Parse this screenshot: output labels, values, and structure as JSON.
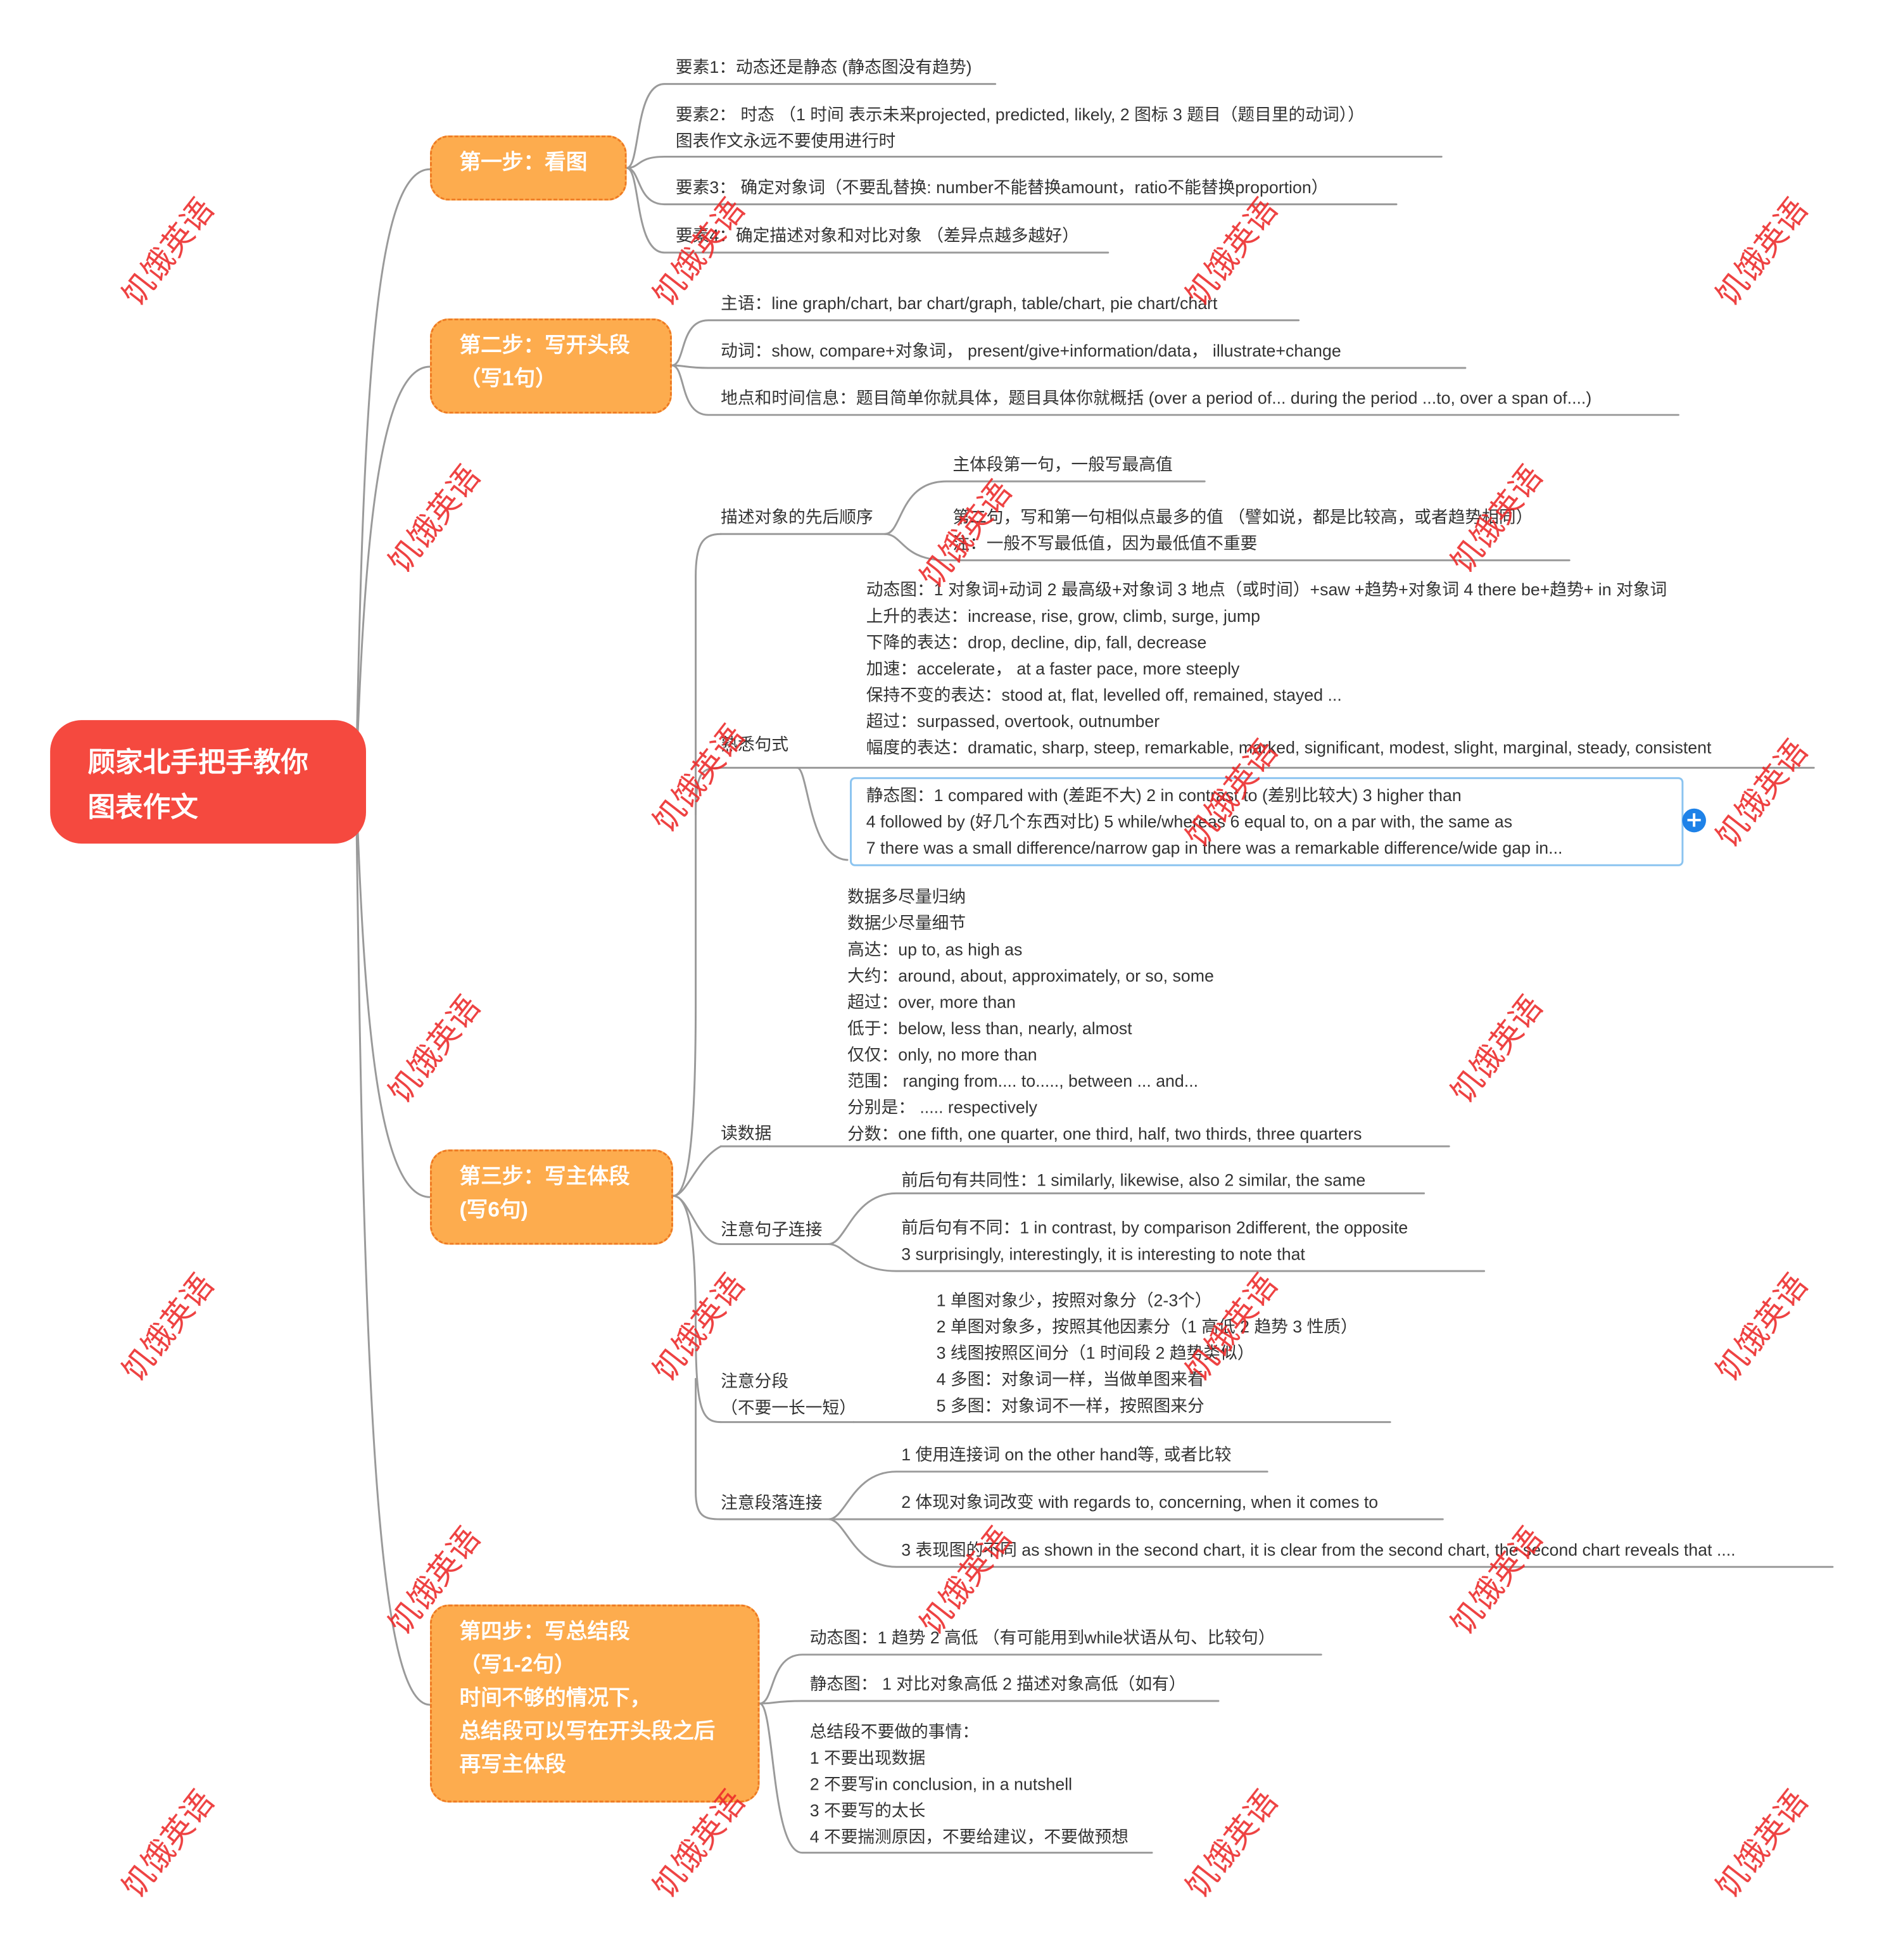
{
  "mindmap": {
    "root": "顾家北手把手教你\n图表作文",
    "steps": [
      {
        "label": "第一步：看图",
        "children": [
          "要素1：动态还是静态 (静态图没有趋势)",
          "要素2： 时态 （1 时间 表示未来projected, predicted, likely, 2 图标 3 题目（题目里的动词））\n图表作文永远不要使用进行时",
          "要素3： 确定对象词（不要乱替换: number不能替换amount，ratio不能替换proportion）",
          "要素4：确定描述对象和对比对象 （差异点越多越好）"
        ]
      },
      {
        "label": "第二步：写开头段\n（写1句）",
        "children": [
          "主语：line graph/chart, bar chart/graph, table/chart, pie chart/chart",
          "动词：show, compare+对象词， present/give+information/data， illustrate+change",
          "地点和时间信息：题目简单你就具体，题目具体你就概括 (over a period of... during the period ...to, over a span of....)"
        ]
      },
      {
        "label": "第三步：写主体段\n(写6句)",
        "branches": [
          {
            "label": "描述对象的先后顺序",
            "children": [
              "主体段第一句，一般写最高值",
              "第二句，写和第一句相似点最多的值 （譬如说，都是比较高，或者趋势相同）\n注：一般不写最低值，因为最低值不重要"
            ]
          },
          {
            "label": "熟悉句式",
            "children": [
              "动态图：1 对象词+动词 2 最高级+对象词 3 地点（或时间）+saw +趋势+对象词 4 there be+趋势+ in 对象词\n上升的表达：increase, rise, grow, climb, surge, jump\n下降的表达：drop, decline, dip, fall, decrease\n加速：accelerate， at a faster pace, more steeply\n保持不变的表达：stood at, flat, levelled off, remained, stayed ...\n超过：surpassed, overtook, outnumber\n幅度的表达：dramatic, sharp, steep, remarkable, marked, significant, modest, slight, marginal, steady, consistent",
              "静态图：1 compared with (差距不大) 2 in contrast to (差别比较大) 3 higher than\n4 followed by (好几个东西对比) 5 while/whereas 6 equal to, on a par with, the same as\n7 there was a small difference/narrow gap in there was a remarkable difference/wide gap in..."
            ]
          },
          {
            "label": "读数据",
            "children": [
              "数据多尽量归纳\n数据少尽量细节\n高达：up to, as high as\n大约：around, about, approximately, or so, some\n超过：over, more than\n低于：below, less than, nearly, almost\n仅仅：only, no more than\n范围： ranging from.... to....., between ... and...\n分别是： ..... respectively\n分数：one fifth, one quarter, one third, half, two thirds, three quarters"
            ]
          },
          {
            "label": "注意句子连接",
            "children": [
              "前后句有共同性：1 similarly, likewise, also 2 similar, the same",
              "前后句有不同：1 in contrast, by comparison 2different, the opposite\n3 surprisingly, interestingly, it is interesting to note that"
            ]
          },
          {
            "label": "注意分段\n（不要一长一短）",
            "children": [
              "1 单图对象少，按照对象分（2-3个）\n2 单图对象多，按照其他因素分（1 高低 2 趋势 3 性质）\n3 线图按照区间分（1 时间段 2 趋势类似）\n4 多图：对象词一样，当做单图来看\n5 多图：对象词不一样，按照图来分"
            ]
          },
          {
            "label": "注意段落连接",
            "children": [
              "1 使用连接词 on the other hand等, 或者比较",
              "2 体现对象词改变 with regards to, concerning, when it comes to",
              "3 表现图的不同 as shown in the second chart, it is clear from the second chart, the second chart reveals that ...."
            ]
          }
        ]
      },
      {
        "label": "第四步：写总结段\n（写1-2句）\n时间不够的情况下，\n总结段可以写在开头段之后\n再写主体段",
        "children": [
          "动态图：1 趋势 2 高低 （有可能用到while状语从句、比较句）",
          "静态图： 1 对比对象高低 2 描述对象高低（如有）",
          "总结段不要做的事情：\n1 不要出现数据\n2 不要写in conclusion, in a nutshell\n3 不要写的太长\n4 不要揣测原因，不要给建议，不要做预想"
        ]
      }
    ]
  },
  "add_button_label": "+",
  "watermark_text": "饥饿英语",
  "colors": {
    "root": "#f5493f",
    "step_fill": "#fdac4e",
    "step_border": "#ee7a22",
    "line": "#9a9a9a",
    "watermark": "#ec2828",
    "selection": "#8bc4f0",
    "add_button": "#1e82e8"
  }
}
